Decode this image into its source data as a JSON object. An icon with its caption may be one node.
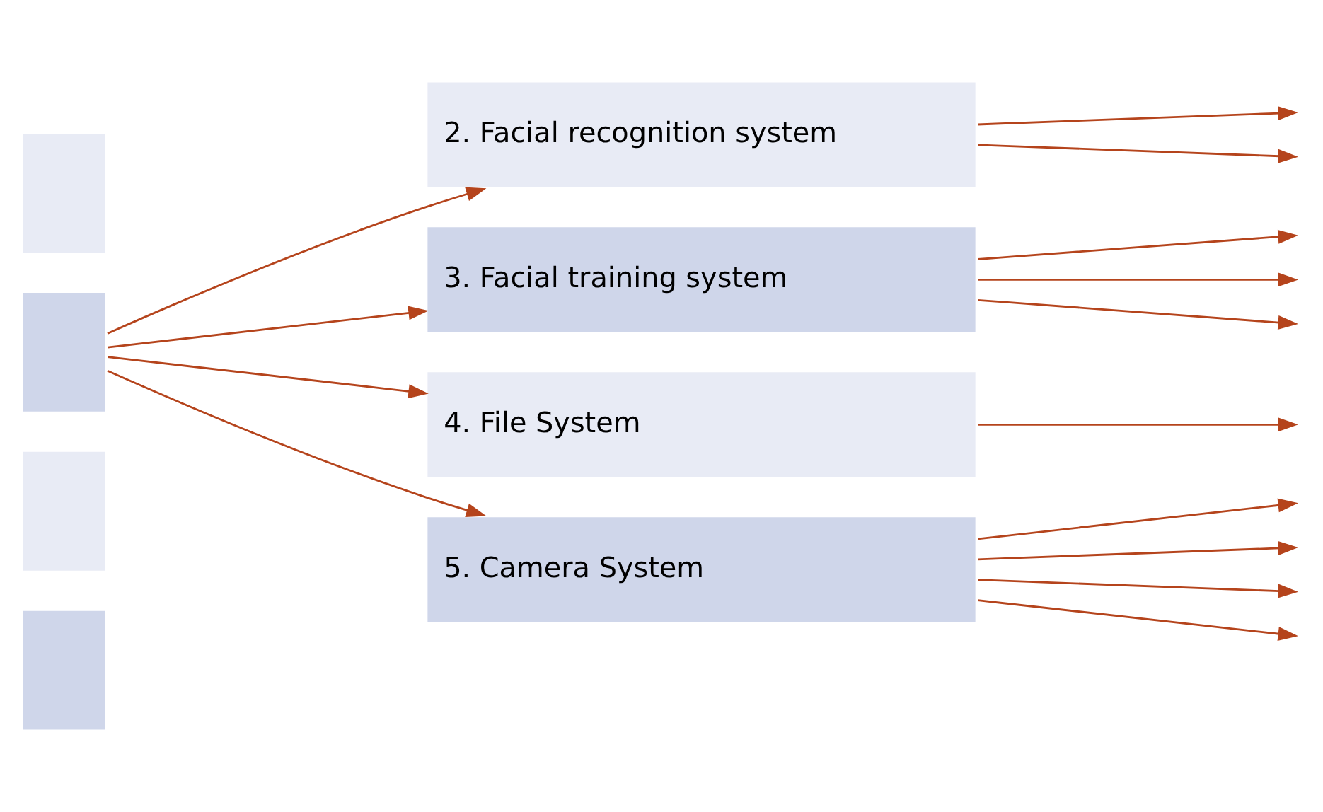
{
  "diagram": {
    "nodes": [
      {
        "text": [],
        "shape": "box"
      },
      {
        "text": [],
        "shape": "box"
      },
      {
        "text": [],
        "shape": "box"
      },
      {
        "text": [],
        "shape": "box"
      },
      {
        "text": [
          "2. Facial recognition system"
        ]
      },
      {
        "text": [
          "3. Facial training system"
        ]
      },
      {
        "text": [
          "4. File System"
        ]
      },
      {
        "text": [
          "5. Camera System"
        ]
      }
    ],
    "edges": [
      {
        "from": 1,
        "to": 4,
        "arrow": "to"
      },
      {
        "from": 1,
        "to": 5,
        "arrow": "to"
      },
      {
        "from": 1,
        "to": 6,
        "arrow": "to"
      },
      {
        "from": 1,
        "to": 7,
        "arrow": "to"
      },
      {
        "from": 7,
        "to": null,
        "arrow": "to"
      },
      {
        "from": 7,
        "to": null,
        "arrow": "to"
      },
      {
        "from": 4,
        "to": null,
        "arrow": "to"
      },
      {
        "from": 6,
        "to": null,
        "arrow": "to"
      },
      {
        "from": 5,
        "to": null,
        "arrow": "to"
      },
      {
        "from": 5,
        "to": null,
        "arrow": "to"
      },
      {
        "from": 5,
        "to": null,
        "arrow": "to"
      },
      {
        "from": 4,
        "to": null,
        "arrow": "to"
      },
      {
        "from": 7,
        "to": null,
        "arrow": "to"
      },
      {
        "from": 7,
        "to": null,
        "arrow": "to"
      }
    ]
  }
}
